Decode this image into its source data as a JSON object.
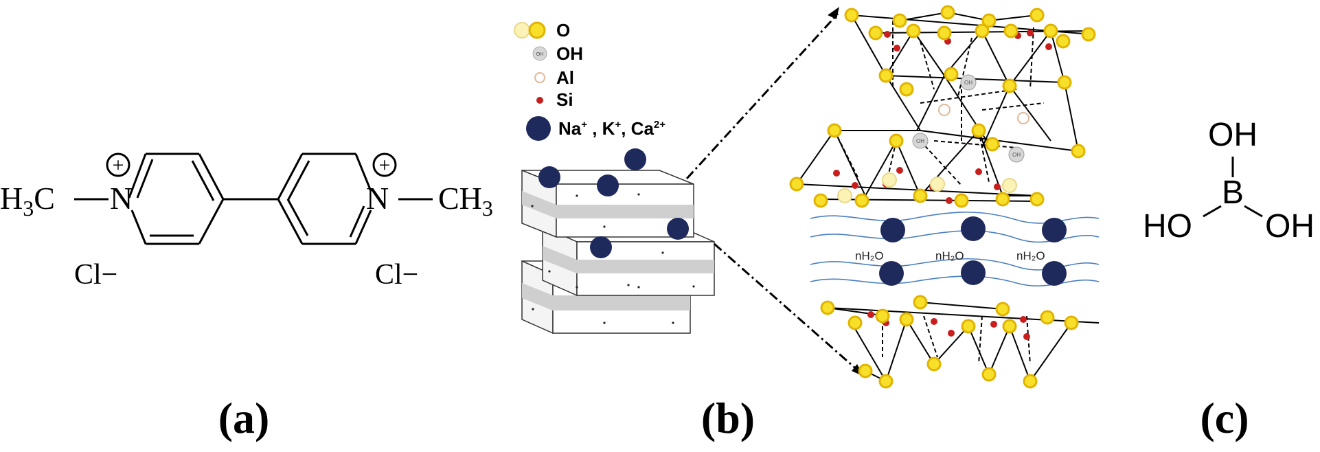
{
  "colors": {
    "oxygen": "#f7df2a",
    "oxygen_light": "#fbf3b6",
    "oxygen_stroke": "#e0b400",
    "silicon": "#c81e1e",
    "aluminium": "#e0b89a",
    "cation": "#1f2a5c",
    "hydroxyl": "#d7d7d7",
    "water_line": "#4a7fc1",
    "clay_layer": "#cfcfcf"
  },
  "panel_a": {
    "label": "(a)",
    "left_methyl": "H3C",
    "left_methyl_parts": [
      "H",
      "3",
      "C"
    ],
    "right_methyl_parts": [
      "CH",
      "3"
    ],
    "nitrogen": "N",
    "charge": "+",
    "counter_ion": "Cl−"
  },
  "panel_b": {
    "label": "(b)",
    "legend": [
      {
        "key": "oxygen",
        "icon": "yellow-sphere-pair",
        "text": "O"
      },
      {
        "key": "hydroxyl",
        "icon": "grey-oh-sphere",
        "icon_text": "OH",
        "text": "OH"
      },
      {
        "key": "aluminium",
        "icon": "tan-ring",
        "text": "Al"
      },
      {
        "key": "silicon",
        "icon": "red-dot",
        "text": "Si"
      },
      {
        "key": "cation",
        "icon": "navy-sphere",
        "text_parts": [
          "Na",
          "+",
          " , K",
          "+",
          ", Ca",
          "2+"
        ]
      }
    ],
    "oh_site_label": "OH",
    "water_label": "nH₂O"
  },
  "panel_c": {
    "label": "(c)",
    "boron": "B",
    "hydroxyl": "OH",
    "hydroxyl_left": "HO"
  }
}
